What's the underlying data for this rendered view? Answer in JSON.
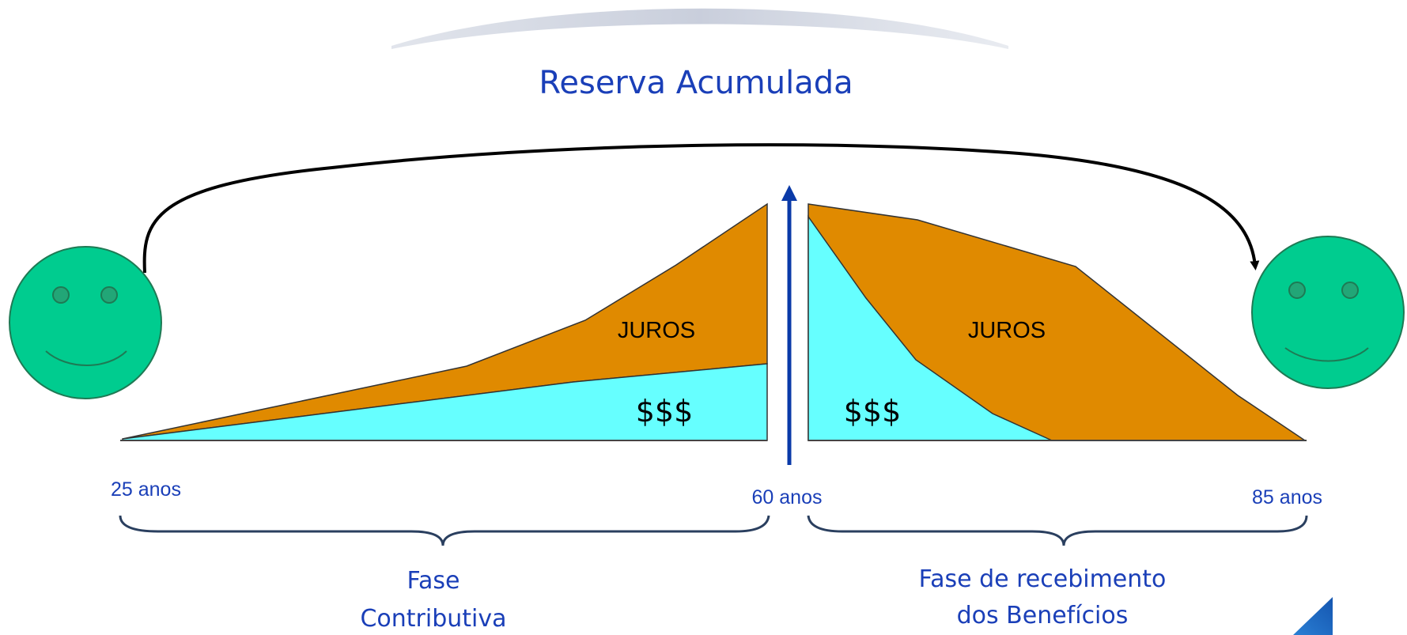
{
  "title": "Reserva   Acumulada",
  "ages": {
    "start": "25 anos",
    "retirement": "60 anos",
    "end": "85 anos"
  },
  "phases": {
    "contribution_line1": "Fase",
    "contribution_line2": "Contributiva",
    "benefits_line1": "Fase de recebimento",
    "benefits_line2": "dos Benefícios"
  },
  "labels": {
    "interest": "JUROS",
    "money": "$$$"
  },
  "colors": {
    "interest": "#e08a00",
    "money": "#66ffff",
    "smiley": "#00cc8f",
    "text_blue": "#1a3fb8",
    "arrow_blue": "#0a3aa8",
    "brace": "#2a3f5f"
  }
}
